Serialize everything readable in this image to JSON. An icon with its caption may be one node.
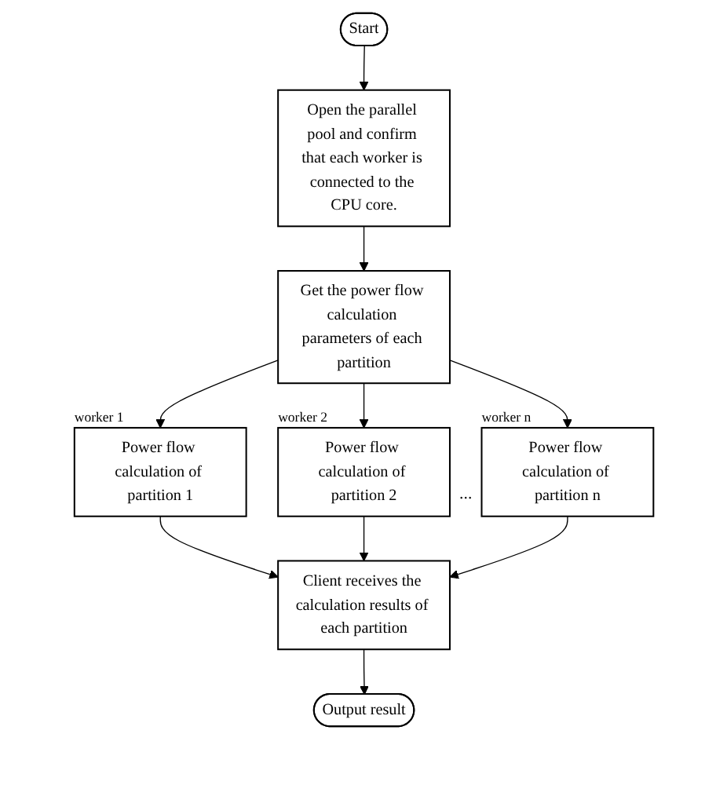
{
  "diagram": {
    "nodes": [
      {
        "text": [
          "Start"
        ]
      },
      {
        "text": [
          "Open the parallel pool and confirm that each worker is connected to the CPU core."
        ]
      },
      {
        "text": [
          "Get the power flow calculation parameters of each partition"
        ]
      },
      {
        "text": [
          "Power flow calculation of partition 1"
        ],
        "beside": [
          "worker 1"
        ]
      },
      {
        "text": [
          "Power flow calculation of partition 2"
        ],
        "beside": [
          "worker 2"
        ]
      },
      {
        "text": [
          "Power flow calculation of partition n"
        ],
        "beside": [
          "worker n"
        ]
      },
      {
        "text": [
          "Client receives the calculation results of each partition"
        ]
      },
      {
        "text": [
          "Output result"
        ]
      }
    ],
    "edges": [
      {
        "from": 0,
        "to": 1,
        "arrow": "to"
      },
      {
        "from": 1,
        "to": 2,
        "arrow": "to"
      },
      {
        "from": 2,
        "to": 3,
        "arrow": "to"
      },
      {
        "from": 2,
        "to": 4,
        "arrow": "to"
      },
      {
        "from": 2,
        "to": 5,
        "arrow": "to"
      },
      {
        "from": 3,
        "to": 6,
        "arrow": "to"
      },
      {
        "from": 4,
        "to": 6,
        "arrow": "to"
      },
      {
        "from": 5,
        "to": 6,
        "arrow": "to"
      },
      {
        "from": 6,
        "to": 7,
        "arrow": "to"
      }
    ],
    "labels": [
      "..."
    ]
  }
}
